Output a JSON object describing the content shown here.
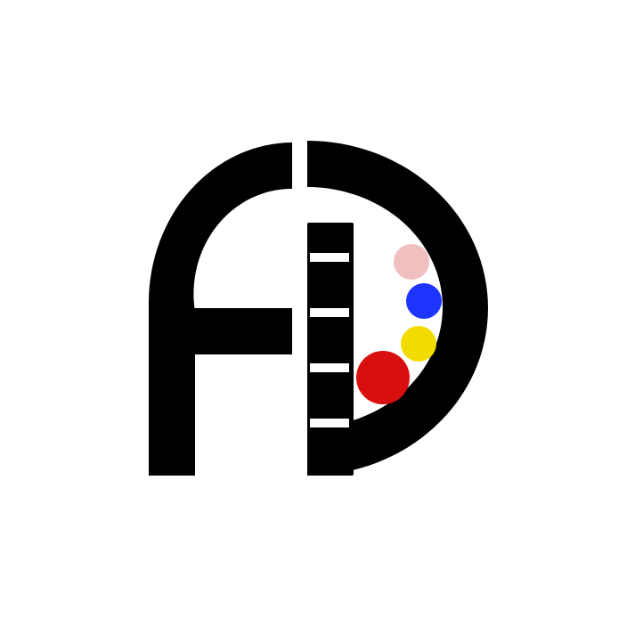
{
  "logo": {
    "colors": {
      "background": "#ffffff",
      "ink": "#000000",
      "ruler_mark": "#ffffff",
      "dot_pink": "#f0bfbf",
      "dot_blue": "#1e34ff",
      "dot_yellow": "#f2dc00",
      "dot_red": "#d90e0e"
    },
    "ruler_mark_count": 4,
    "dots": [
      "pink-dot",
      "blue-dot",
      "yellow-dot",
      "red-dot"
    ]
  }
}
